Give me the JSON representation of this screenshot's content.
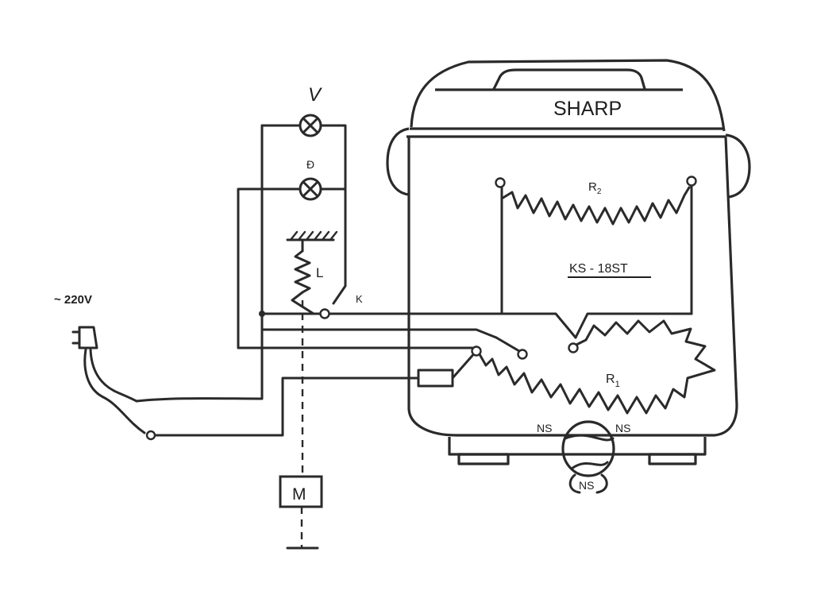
{
  "diagram": {
    "brand": "SHARP",
    "model": "KS - 18ST",
    "supply": "~ 220V",
    "lamp_v": "V",
    "lamp_d": "Đ",
    "solenoid": "L",
    "switch_k": "K",
    "heater_r1": "R",
    "heater_r1_sub": "1",
    "heater_r2": "R",
    "heater_r2_sub": "2",
    "motor": "M",
    "ns_left": "NS",
    "ns_right": "NS",
    "ns_bottom": "NS"
  }
}
